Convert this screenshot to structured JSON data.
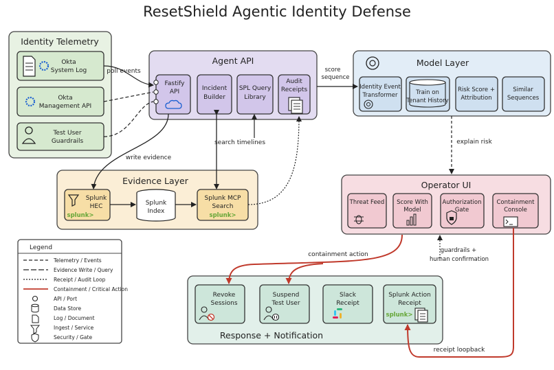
{
  "title": "ResetShield Agentic Identity Defense",
  "colors": {
    "green_fill": "#e8f2e3",
    "purple_fill": "#e3dcf1",
    "blue_fill": "#e2edf7",
    "yellow_fill": "#fbeed6",
    "pink_fill": "#f7dde2",
    "teal_fill": "#e2f0ea",
    "red_line": "#c0392b",
    "splunk_green": "#65a637"
  },
  "groups": {
    "identity": {
      "title": "Identity Telemetry",
      "okta_log": [
        "Okta",
        "System Log"
      ],
      "okta_mgmt": [
        "Okta",
        "Management API"
      ],
      "test_user": [
        "Test User",
        "Guardrails"
      ]
    },
    "agent": {
      "title": "Agent API",
      "fastify": [
        "Fastify",
        "API"
      ],
      "incident": [
        "Incident",
        "Builder"
      ],
      "spl": [
        "SPL Query",
        "Library"
      ],
      "audit": [
        "Audit",
        "Receipts"
      ]
    },
    "model": {
      "title": "Model Layer",
      "event_transformer": [
        "Identity Event",
        "Transformer"
      ],
      "train": [
        "Train on",
        "Tenant History"
      ],
      "risk": [
        "Risk Score +",
        "Attribution"
      ],
      "similar": [
        "Similar",
        "Sequences"
      ]
    },
    "evidence": {
      "title": "Evidence Layer",
      "hec": [
        "Splunk",
        "HEC"
      ],
      "index": [
        "Splunk",
        "Index"
      ],
      "mcp": [
        "Splunk MCP",
        "Search"
      ]
    },
    "operator": {
      "title": "Operator UI",
      "threat": [
        "Threat Feed"
      ],
      "score": [
        "Score With",
        "Model"
      ],
      "auth": [
        "Authorization",
        "Gate"
      ],
      "console": [
        "Containment",
        "Console"
      ]
    },
    "response": {
      "title": "Response + Notification",
      "revoke": [
        "Revoke",
        "Sessions"
      ],
      "suspend": [
        "Suspend",
        "Test User"
      ],
      "slack": [
        "Slack",
        "Receipt"
      ],
      "splunk_action": [
        "Splunk Action",
        "Receipt"
      ]
    }
  },
  "splunk_logo": "splunk>",
  "edges": {
    "poll_events": "poll events",
    "score_sequence": [
      "score",
      "sequence"
    ],
    "write_evidence": "write evidence",
    "search_timelines": "search timelines",
    "explain_risk": "explain risk",
    "containment_action": "containment action",
    "guardrails": [
      "guardrails +",
      "human confirmation"
    ],
    "receipt_loopback": "receipt loopback"
  },
  "legend": {
    "title": "Legend",
    "items": [
      "Telemetry / Events",
      "Evidence Write / Query",
      "Receipt / Audit Loop",
      "Containment / Critical Action",
      "API / Port",
      "Data Store",
      "Log / Document",
      "Ingest / Service",
      "Security / Gate"
    ]
  }
}
